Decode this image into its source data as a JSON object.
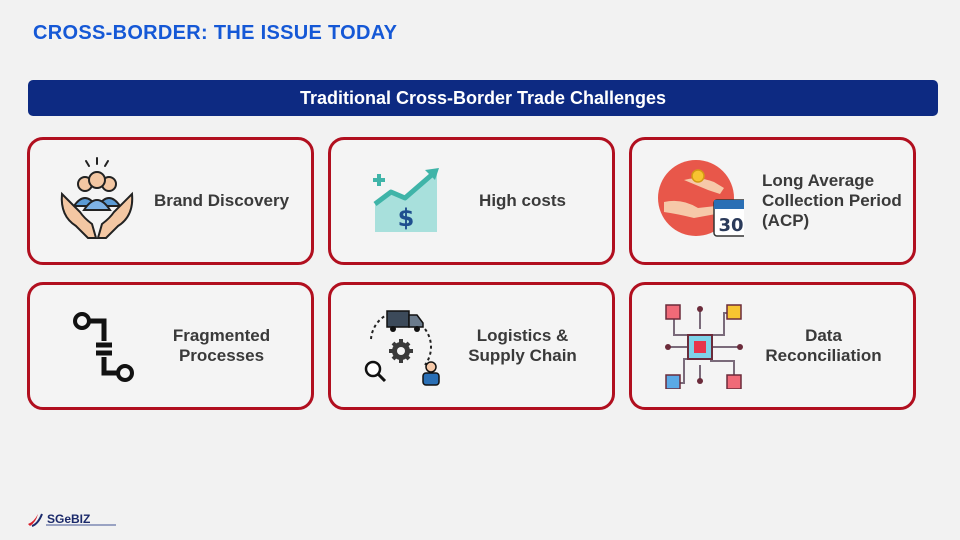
{
  "title": "CROSS-BORDER: THE ISSUE TODAY",
  "banner": "Traditional Cross-Border Trade Challenges",
  "cards": [
    {
      "label": "Brand Discovery",
      "icon": "hands-people-icon"
    },
    {
      "label": "High costs",
      "icon": "rising-cost-chart-icon"
    },
    {
      "label": "Long Average\nCollection Period\n(ACP)",
      "icon": "payment-calendar-icon",
      "calendar_number": "30"
    },
    {
      "label": "Fragmented\nProcesses",
      "icon": "process-path-icon"
    },
    {
      "label": "Logistics &\nSupply Chain",
      "icon": "logistics-cycle-icon"
    },
    {
      "label": "Data\nReconciliation",
      "icon": "data-network-icon"
    }
  ],
  "logo": {
    "text": "SGeBIZ"
  },
  "colors": {
    "title": "#1558d6",
    "banner": "#0d2a82",
    "card_border": "#b10f1f"
  }
}
